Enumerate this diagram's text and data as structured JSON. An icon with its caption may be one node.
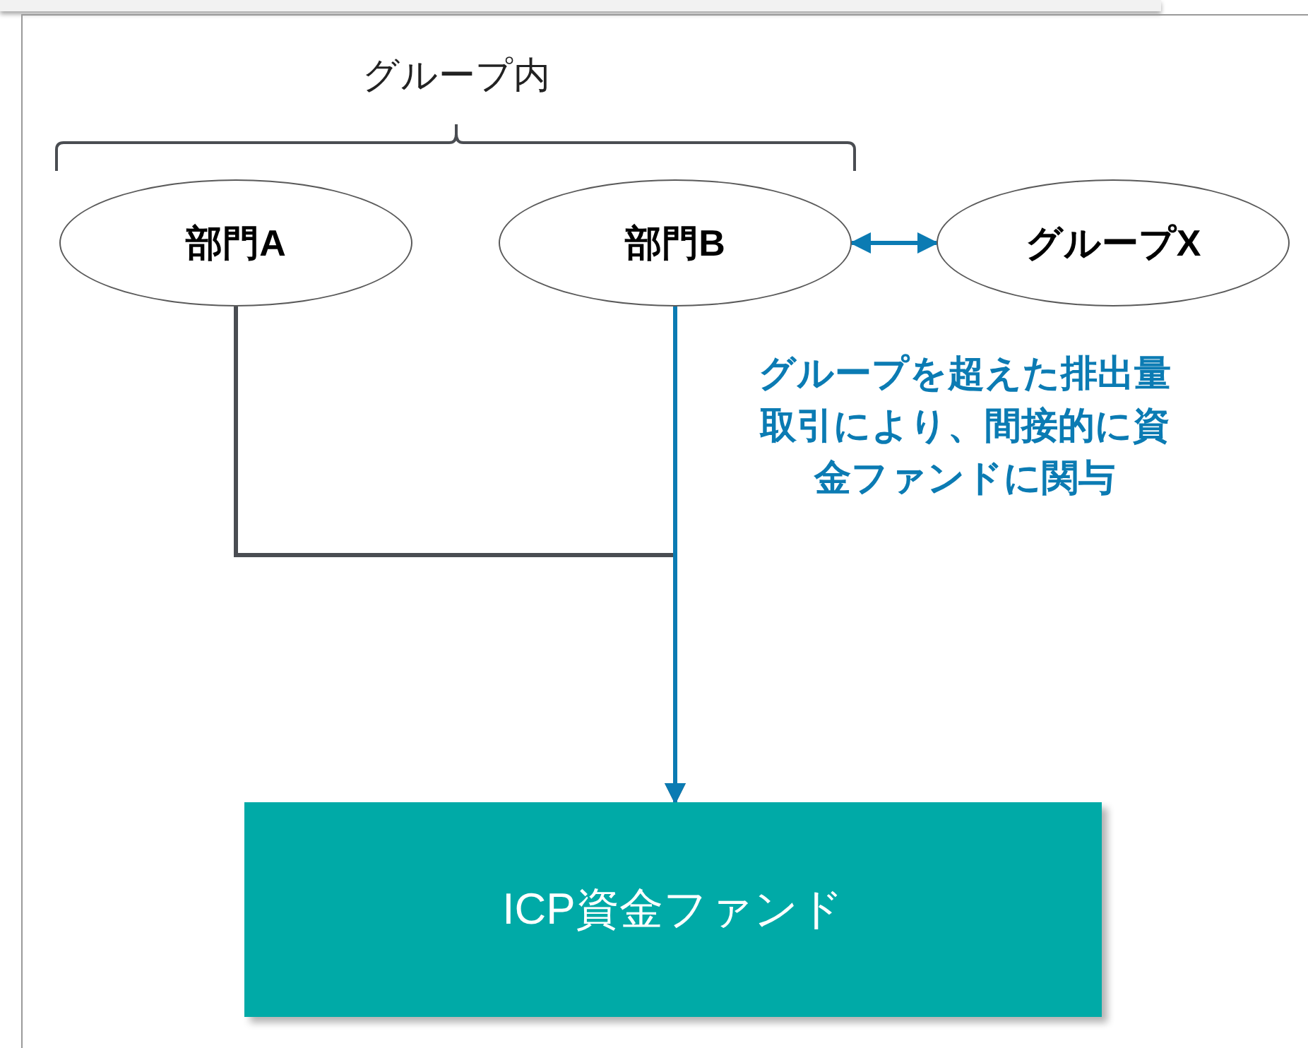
{
  "diagram": {
    "nodes": [
      {
        "text": [
          "部門A"
        ]
      },
      {
        "text": [
          "部門B"
        ]
      },
      {
        "text": [
          "グループX"
        ]
      },
      {
        "text": [
          "ICP資金ファンド"
        ]
      }
    ],
    "edges": [
      {
        "from": 0,
        "to": 3,
        "arrow": "to",
        "color": "#4a4d52"
      },
      {
        "from": 1,
        "to": 3,
        "arrow": "to"
      },
      {
        "from": 1,
        "to": 2,
        "arrow": "both"
      }
    ],
    "labels": [
      "グループ内",
      "グループを超えた排出量取引により、間接的に資金ファンドに関与"
    ]
  }
}
